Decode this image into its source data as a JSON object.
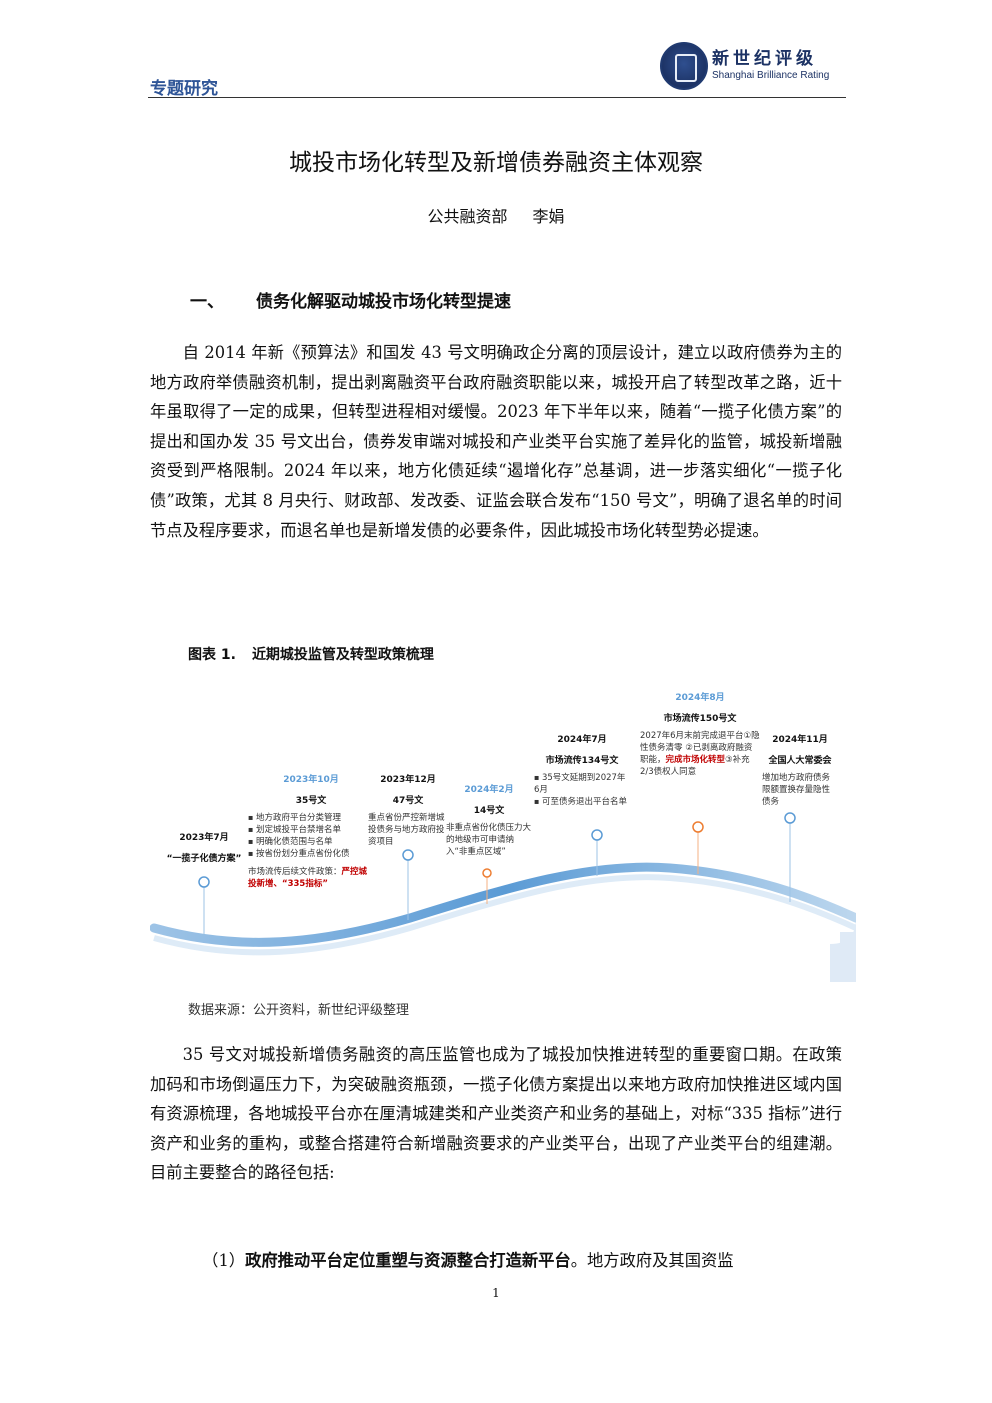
{
  "header": {
    "section_label": "专题研究",
    "logo_cn": "新世纪评级",
    "logo_en": "Shanghai Brilliance Rating"
  },
  "doc": {
    "title": "城投市场化转型及新增债券融资主体观察",
    "department": "公共融资部",
    "author": "李娟"
  },
  "section1": {
    "number": "一、",
    "title": "债务化解驱动城投市场化转型提速"
  },
  "para1": "自 2014 年新《预算法》和国发 43 号文明确政企分离的顶层设计，建立以政府债券为主的地方政府举债融资机制，提出剥离融资平台政府融资职能以来，城投开启了转型改革之路，近十年虽取得了一定的成果，但转型进程相对缓慢。2023 年下半年以来，随着“一揽子化债方案”的提出和国办发 35 号文出台，债券发审端对城投和产业类平台实施了差异化的监管，城投新增融资受到严格限制。2024 年以来，地方化债延续“遏增化存”总基调，进一步落实细化“一揽子化债”政策，尤其 8 月央行、财政部、发改委、证监会联合发布“150 号文”，明确了退名单的时间节点及程序要求，而退名单也是新增发债的必要条件，因此城投市场化转型势必提速。",
  "figure": {
    "number": "图表 1.",
    "title": "近期城投监管及转型政策梳理",
    "events": [
      {
        "date": "2023年7月",
        "name": "“一揽子化债方案”"
      },
      {
        "date": "2023年10月",
        "name": "35号文",
        "bullets": [
          "地方政府平台分类管理",
          "划定城投平台禁增名单",
          "明确化债范围与名单",
          "按省份划分重点省份化债"
        ],
        "note": "市场流传后续文件政策：",
        "note_red": "严控城投新增、“335指标”"
      },
      {
        "date": "2023年12月",
        "name": "47号文",
        "desc": "重点省份严控新增城投债务与地方政府投资项目"
      },
      {
        "date": "2024年2月",
        "name": "14号文",
        "desc": "非重点省份化债压力大的地级市可申请纳入“非重点区域”"
      },
      {
        "date": "2024年7月",
        "name": "市场流传134号文",
        "bullets": [
          "35号文延期到2027年6月",
          "可至债务退出平台名单"
        ]
      },
      {
        "date": "2024年8月",
        "name": "市场流传150号文",
        "desc": "2027年6月末前完成退平台①隐性债务清零 ②已剥离政府融资职能，",
        "desc_red": "完成市场化转型",
        "desc_tail": "③补充2/3债权人同意"
      },
      {
        "date": "2024年11月",
        "name": "全国人大常委会",
        "desc": "增加地方政府债务限额置换存量隐性债务"
      }
    ],
    "source": "数据来源：公开资料，新世纪评级整理"
  },
  "para2": "35 号文对城投新增债务融资的高压监管也成为了城投加快推进转型的重要窗口期。在政策加码和市场倒逼压力下，为突破融资瓶颈，一揽子化债方案提出以来地方政府加快推进区域内国有资源梳理，各地城投平台亦在厘清城建类和产业类资产和业务的基础上，对标“335 指标”进行资产和业务的重构，或整合搭建符合新增融资要求的产业类平台，出现了产业类平台的组建潮。目前主要整合的路径包括:",
  "para3_label": "（1）",
  "para3_bold": "政府推动平台定位重塑与资源整合打造新平台",
  "para3_tail": "。地方政府及其国资监",
  "page_number": "1",
  "colors": {
    "header_blue": "#2f5597",
    "accent_red": "#c00000",
    "timeline_blue": "#5b9bd5"
  }
}
